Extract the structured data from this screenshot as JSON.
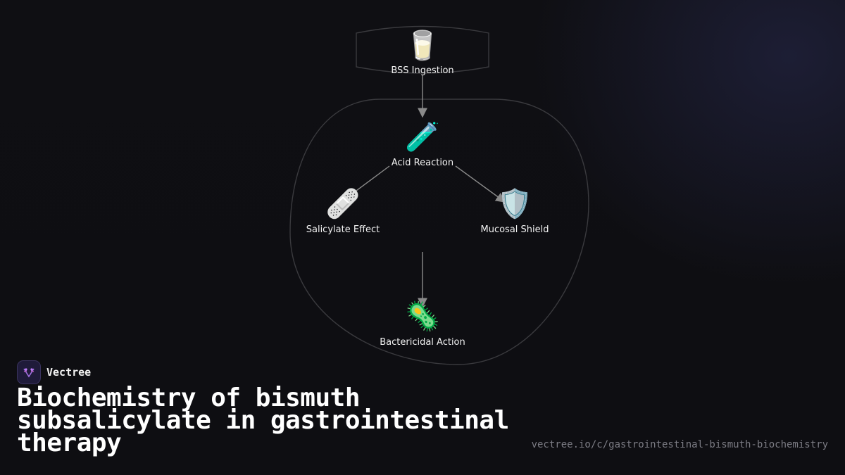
{
  "brand": {
    "name": "Vectree",
    "logo_icon": "vectree-logo-icon"
  },
  "title": "Biochemistry of bismuth subsalicylate in gastrointestinal therapy",
  "url": "vectree.io/c/gastrointestinal-bismuth-biochemistry",
  "nodes": {
    "ingestion": {
      "label": "BSS Ingestion",
      "icon": "🥛",
      "icon_name": "glass-of-milk-icon"
    },
    "acid": {
      "label": "Acid Reaction",
      "icon": "🧪",
      "icon_name": "test-tube-icon"
    },
    "salicylate": {
      "label": "Salicylate Effect",
      "icon": "🩹",
      "icon_name": "adhesive-bandage-icon"
    },
    "mucosal": {
      "label": "Mucosal Shield",
      "icon": "🛡️",
      "icon_name": "shield-icon"
    },
    "bactericidal": {
      "label": "Bactericidal Action",
      "icon": "🦠",
      "icon_name": "microbe-icon"
    }
  },
  "colors": {
    "background": "#0f0f13",
    "edge": "#8a8a8a",
    "container": "#3a3a3e",
    "text": "#f2f2f2"
  }
}
